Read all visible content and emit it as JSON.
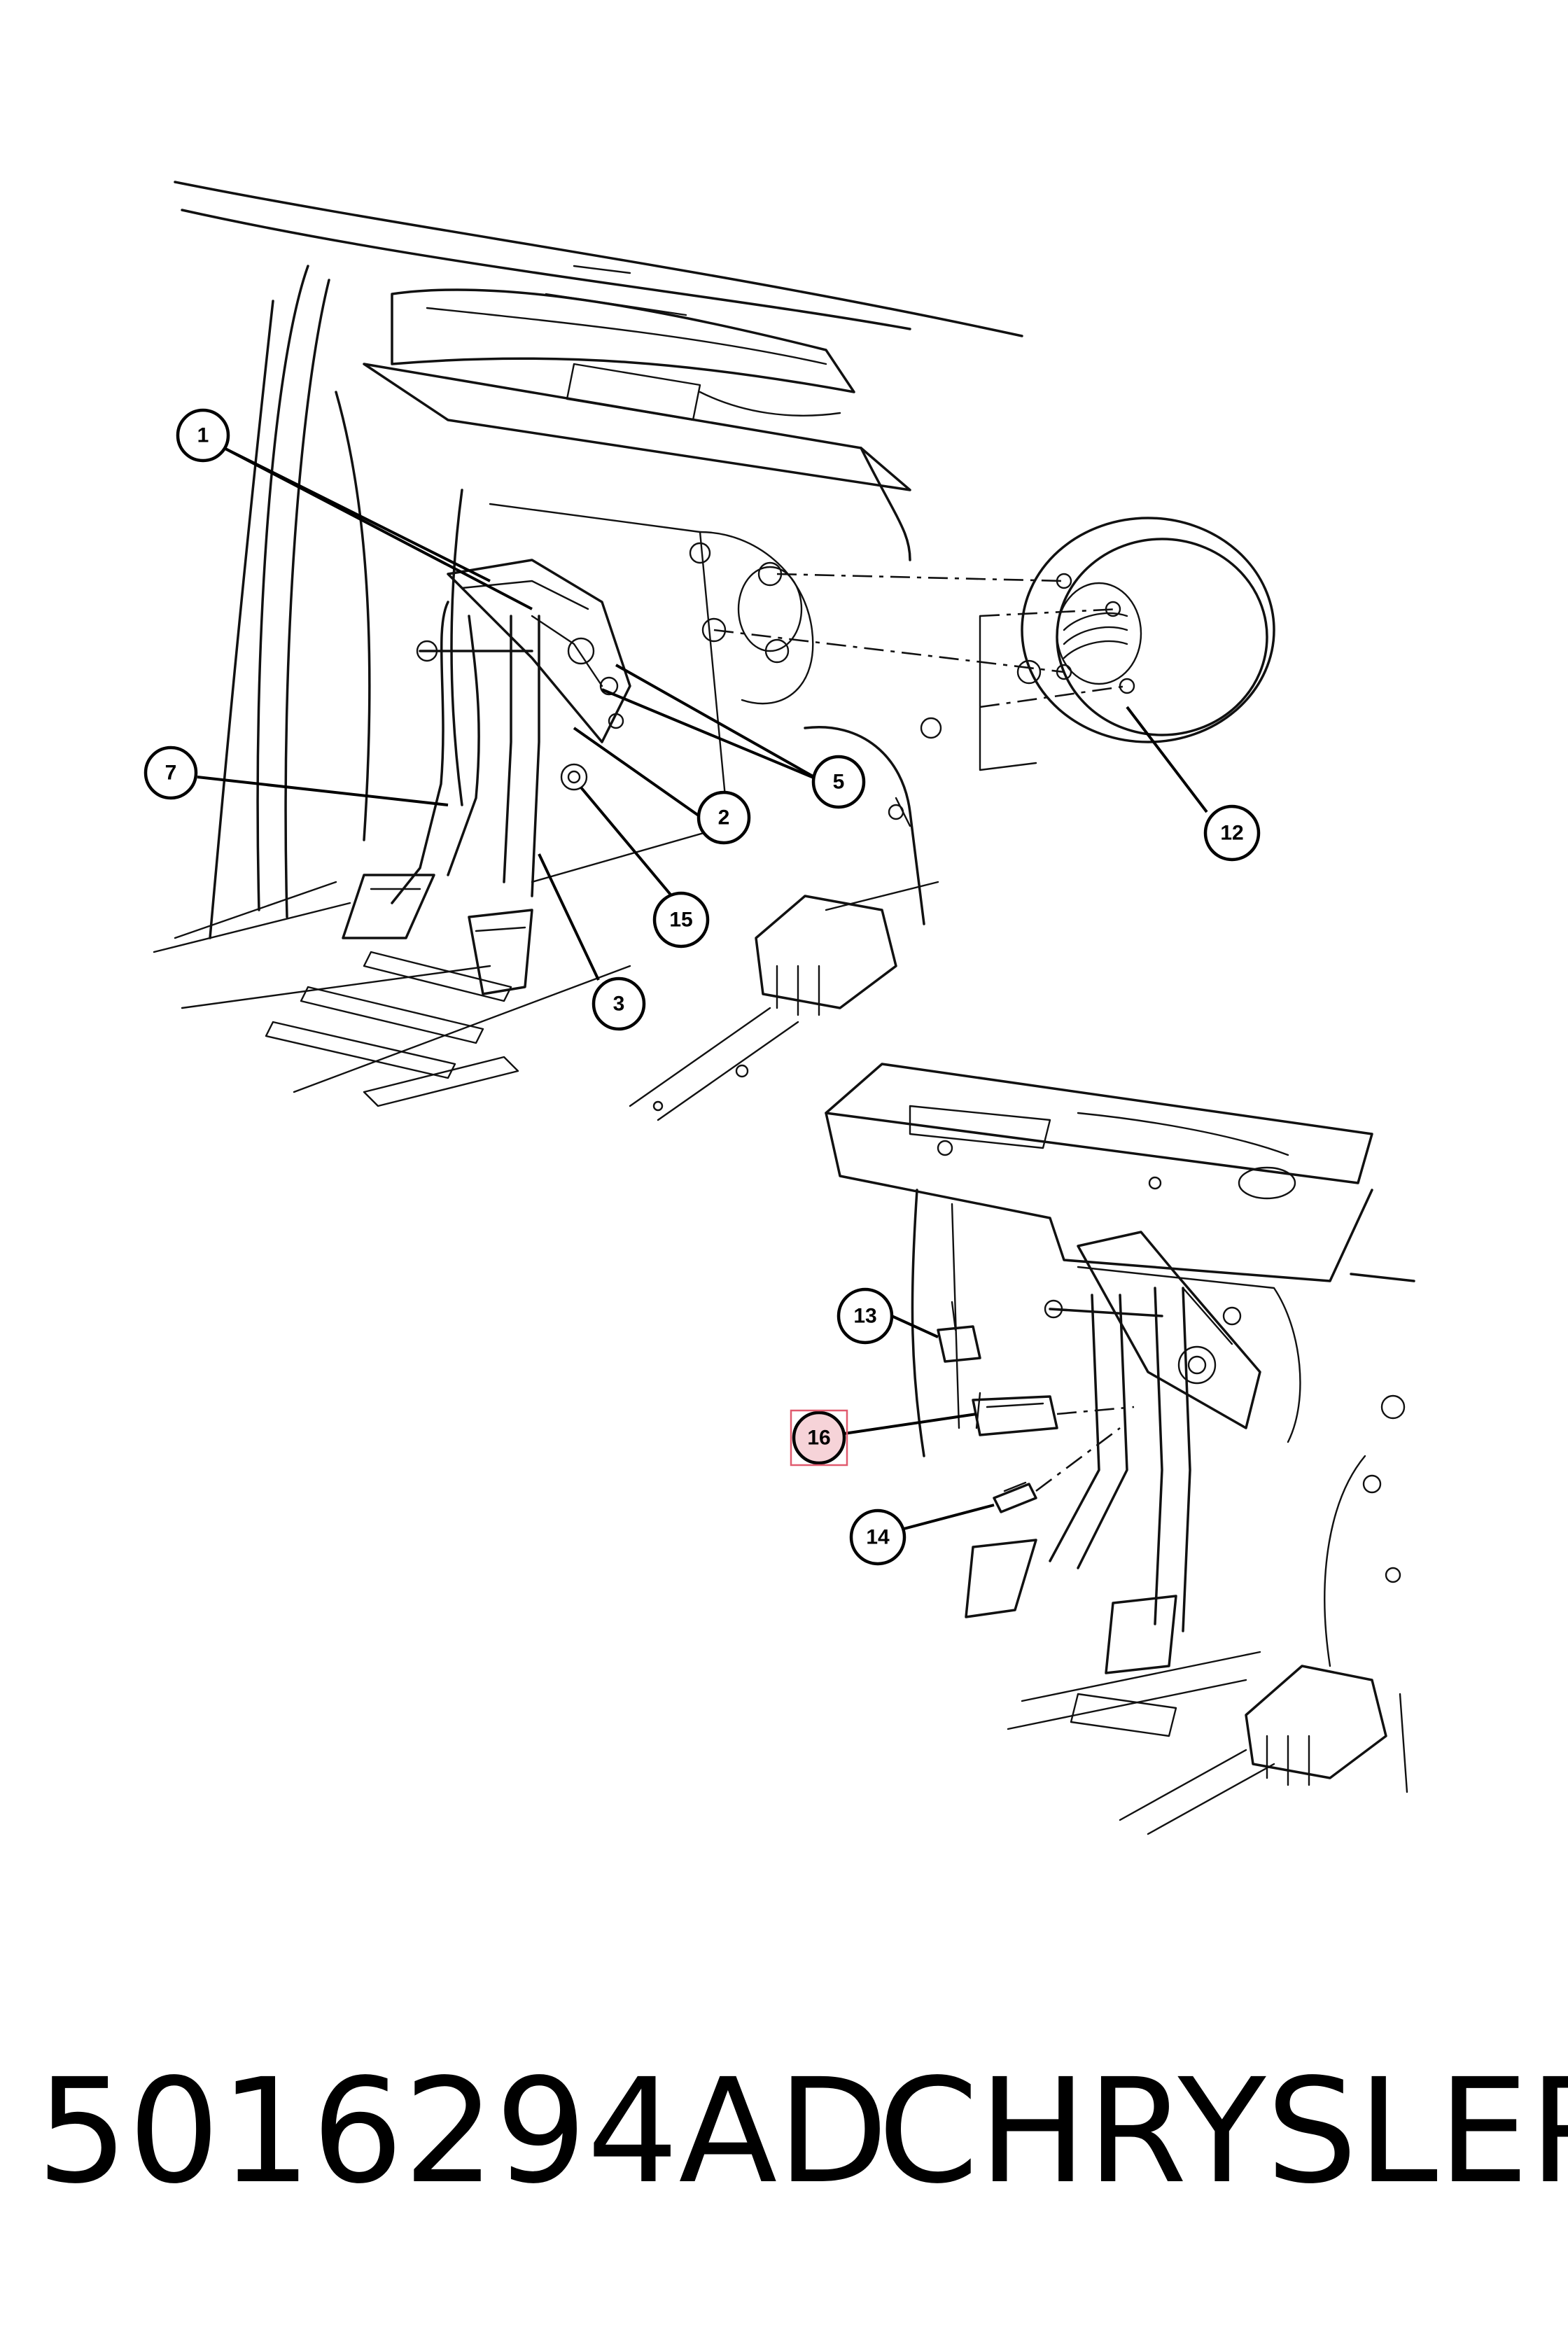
{
  "callouts": {
    "c1": "1",
    "c2": "2",
    "c3": "3",
    "c5": "5",
    "c7": "7",
    "c12": "12",
    "c13": "13",
    "c14": "14",
    "c15": "15",
    "c16": "16"
  },
  "highlighted_callout": "16",
  "footer": {
    "part_number": "5016294AD",
    "brand": "CHRYSLER"
  },
  "colors": {
    "line": "#111111",
    "highlight_fill": "#f6d3d8",
    "highlight_box": "#e05a6e"
  }
}
